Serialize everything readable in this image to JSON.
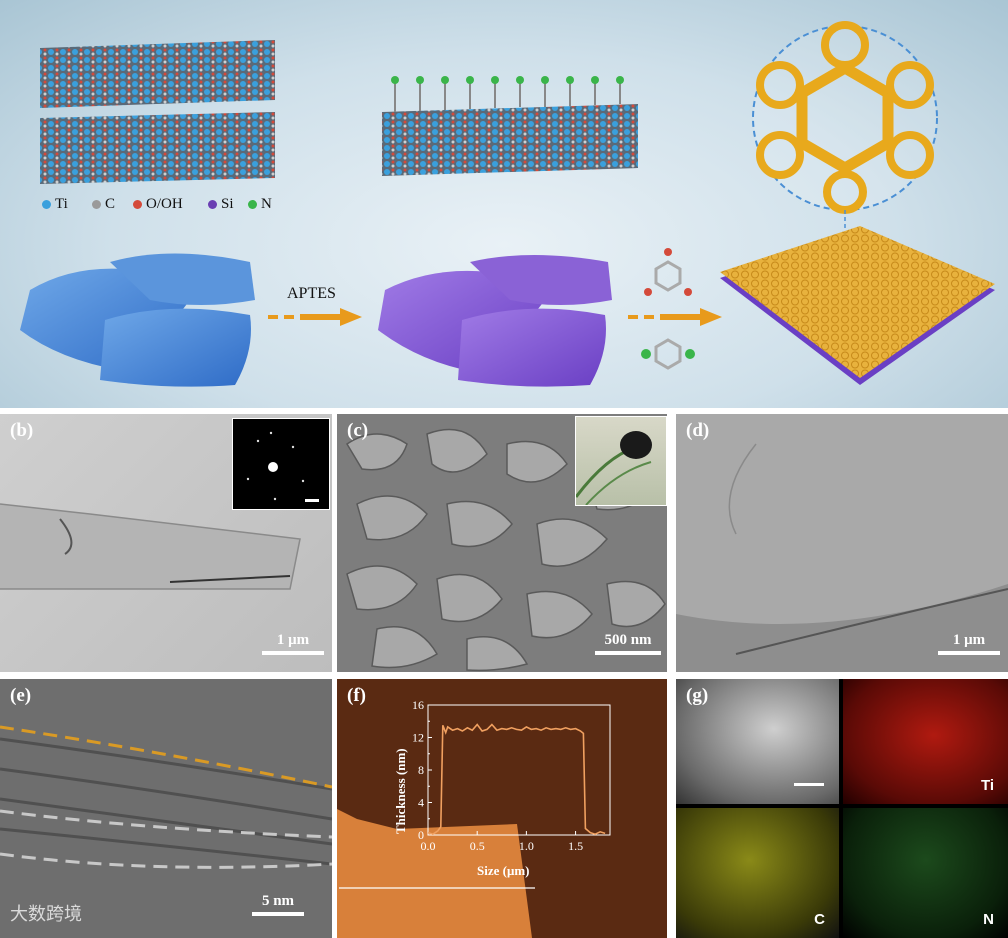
{
  "schematic": {
    "legend": [
      {
        "symbol": "Ti",
        "color": "#3aa0dd"
      },
      {
        "symbol": "C",
        "color": "#9a9a9a"
      },
      {
        "symbol": "O/OH",
        "color": "#d44a3a"
      },
      {
        "symbol": "Si",
        "color": "#6a3fb3"
      },
      {
        "symbol": "N",
        "color": "#3ab54a"
      }
    ],
    "arrow_label": "APTES"
  },
  "panels": {
    "b": {
      "label": "(b)",
      "scale": "1 μm"
    },
    "c": {
      "label": "(c)",
      "scale": "500 nm"
    },
    "d": {
      "label": "(d)",
      "scale": "1 μm"
    },
    "e": {
      "label": "(e)",
      "scale": "5 nm"
    },
    "f": {
      "label": "(f)"
    },
    "g": {
      "label": "(g)",
      "maps": [
        "Ti",
        "C",
        "N"
      ]
    }
  },
  "chart_data": {
    "type": "line",
    "ylabel": "Thickness (nm)",
    "xlabel": "Size (μm)",
    "xlim": [
      0,
      1.85
    ],
    "ylim": [
      0,
      16
    ],
    "xticks": [
      "0.0",
      "0.5",
      "1.0",
      "1.5"
    ],
    "yticks": [
      "0",
      "4",
      "8",
      "12",
      "16"
    ],
    "yticks_minor": [
      "2",
      "6",
      "10",
      "14"
    ],
    "x": [
      0.0,
      0.05,
      0.1,
      0.13,
      0.15,
      0.18,
      0.2,
      0.25,
      0.3,
      0.35,
      0.4,
      0.45,
      0.5,
      0.55,
      0.6,
      0.65,
      0.7,
      0.75,
      0.8,
      0.85,
      0.9,
      0.95,
      1.0,
      1.05,
      1.1,
      1.15,
      1.2,
      1.25,
      1.3,
      1.35,
      1.4,
      1.45,
      1.5,
      1.55,
      1.58,
      1.6,
      1.65,
      1.7,
      1.75,
      1.8
    ],
    "y": [
      0.3,
      0.1,
      0.5,
      1.0,
      13.5,
      12.6,
      13.3,
      12.9,
      13.1,
      12.8,
      13.2,
      12.9,
      13.6,
      12.8,
      13.0,
      13.6,
      12.9,
      13.1,
      13.0,
      13.2,
      13.0,
      12.9,
      13.3,
      13.0,
      13.1,
      12.9,
      13.2,
      13.0,
      13.1,
      13.0,
      13.2,
      13.0,
      13.1,
      12.8,
      12.5,
      0.8,
      0.3,
      0.1,
      0.4,
      0.2
    ],
    "color": "#f0a060"
  },
  "watermark": "大数跨境"
}
